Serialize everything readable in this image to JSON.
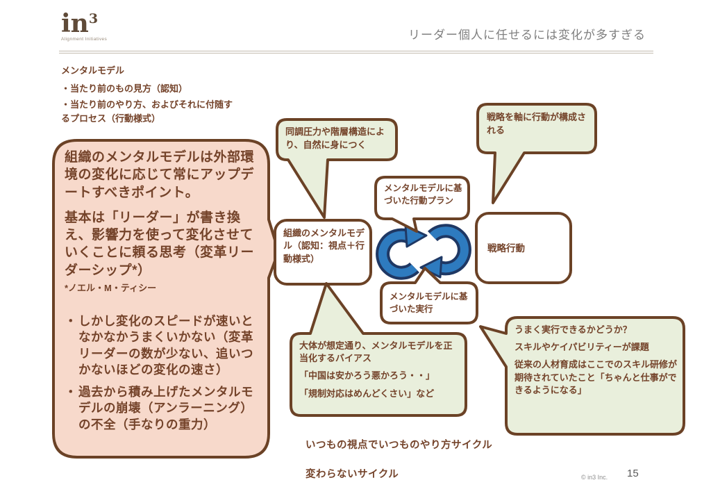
{
  "header": {
    "logo_text": "in",
    "logo_sup": "3",
    "logo_subtitle": "Alignment Initiatives",
    "title": "リーダー個人に任せるには変化が多すぎる"
  },
  "colors": {
    "border_brown": "#6b4226",
    "text_brown": "#74432a",
    "pink_fill": "#f7d9cb",
    "green_fill": "#e9efdc",
    "arrow_blue": "#2e7bbf",
    "arrow_navy": "#1f3864"
  },
  "notes": {
    "heading": "メンタルモデル",
    "items": [
      "・当たり前のもの見方（認知）",
      "・当たり前のやり方、およびそれに付随するプロセス（行動様式）"
    ]
  },
  "pink_bubble": {
    "para1": "組織のメンタルモデルは外部環境の変化に応じて常にアップデートすべきポイント。",
    "para2": "基本は「リーダー」が書き換え、影響力を使って変化させていくことに頼る思考（変革リーダーシップ*）",
    "footnote": "*ノエル・M・ティシー",
    "bullet_marker": "・",
    "bullets": [
      "しかし変化のスピードが速いとなかなかうまくいかない（変革リーダーの数が少ない、追いつかないほどの変化の速さ）",
      "過去から積み上げたメンタルモデルの崩壊（アンラーニング）の不全（手なりの重力）"
    ]
  },
  "callouts": {
    "conformity": "同調圧力や階層構造により、自然に身につく",
    "strategy_forms": "戦略を軸に行動が構成される",
    "action_plan": "メンタルモデルに基づいた行動プラン",
    "mental_model_box": "組織のメンタルモデル（認知：視点＋行動様式）",
    "strategy_action": "戦略行動",
    "execution": "メンタルモデルに基づいた実行",
    "bias": {
      "line1": "大体が想定通り、メンタルモデルを正当化するバイアス",
      "line2": "「中国は安かろう悪かろう・・」",
      "line3": "「規制対応はめんどくさい」など"
    },
    "execution_check": {
      "line1": "うまく実行できるかどうか？",
      "line2": "スキルやケイパビリティーが課題",
      "line3": "従来の人材育成はここでのスキル研修が期待されていたこと「ちゃんと仕事ができるようになる」"
    }
  },
  "captions": {
    "cycle1": "いつもの視点でいつものやり方サイクル",
    "cycle2": "変わらないサイクル"
  },
  "footer": {
    "copyright": "© in3 Inc.",
    "page": "15"
  }
}
